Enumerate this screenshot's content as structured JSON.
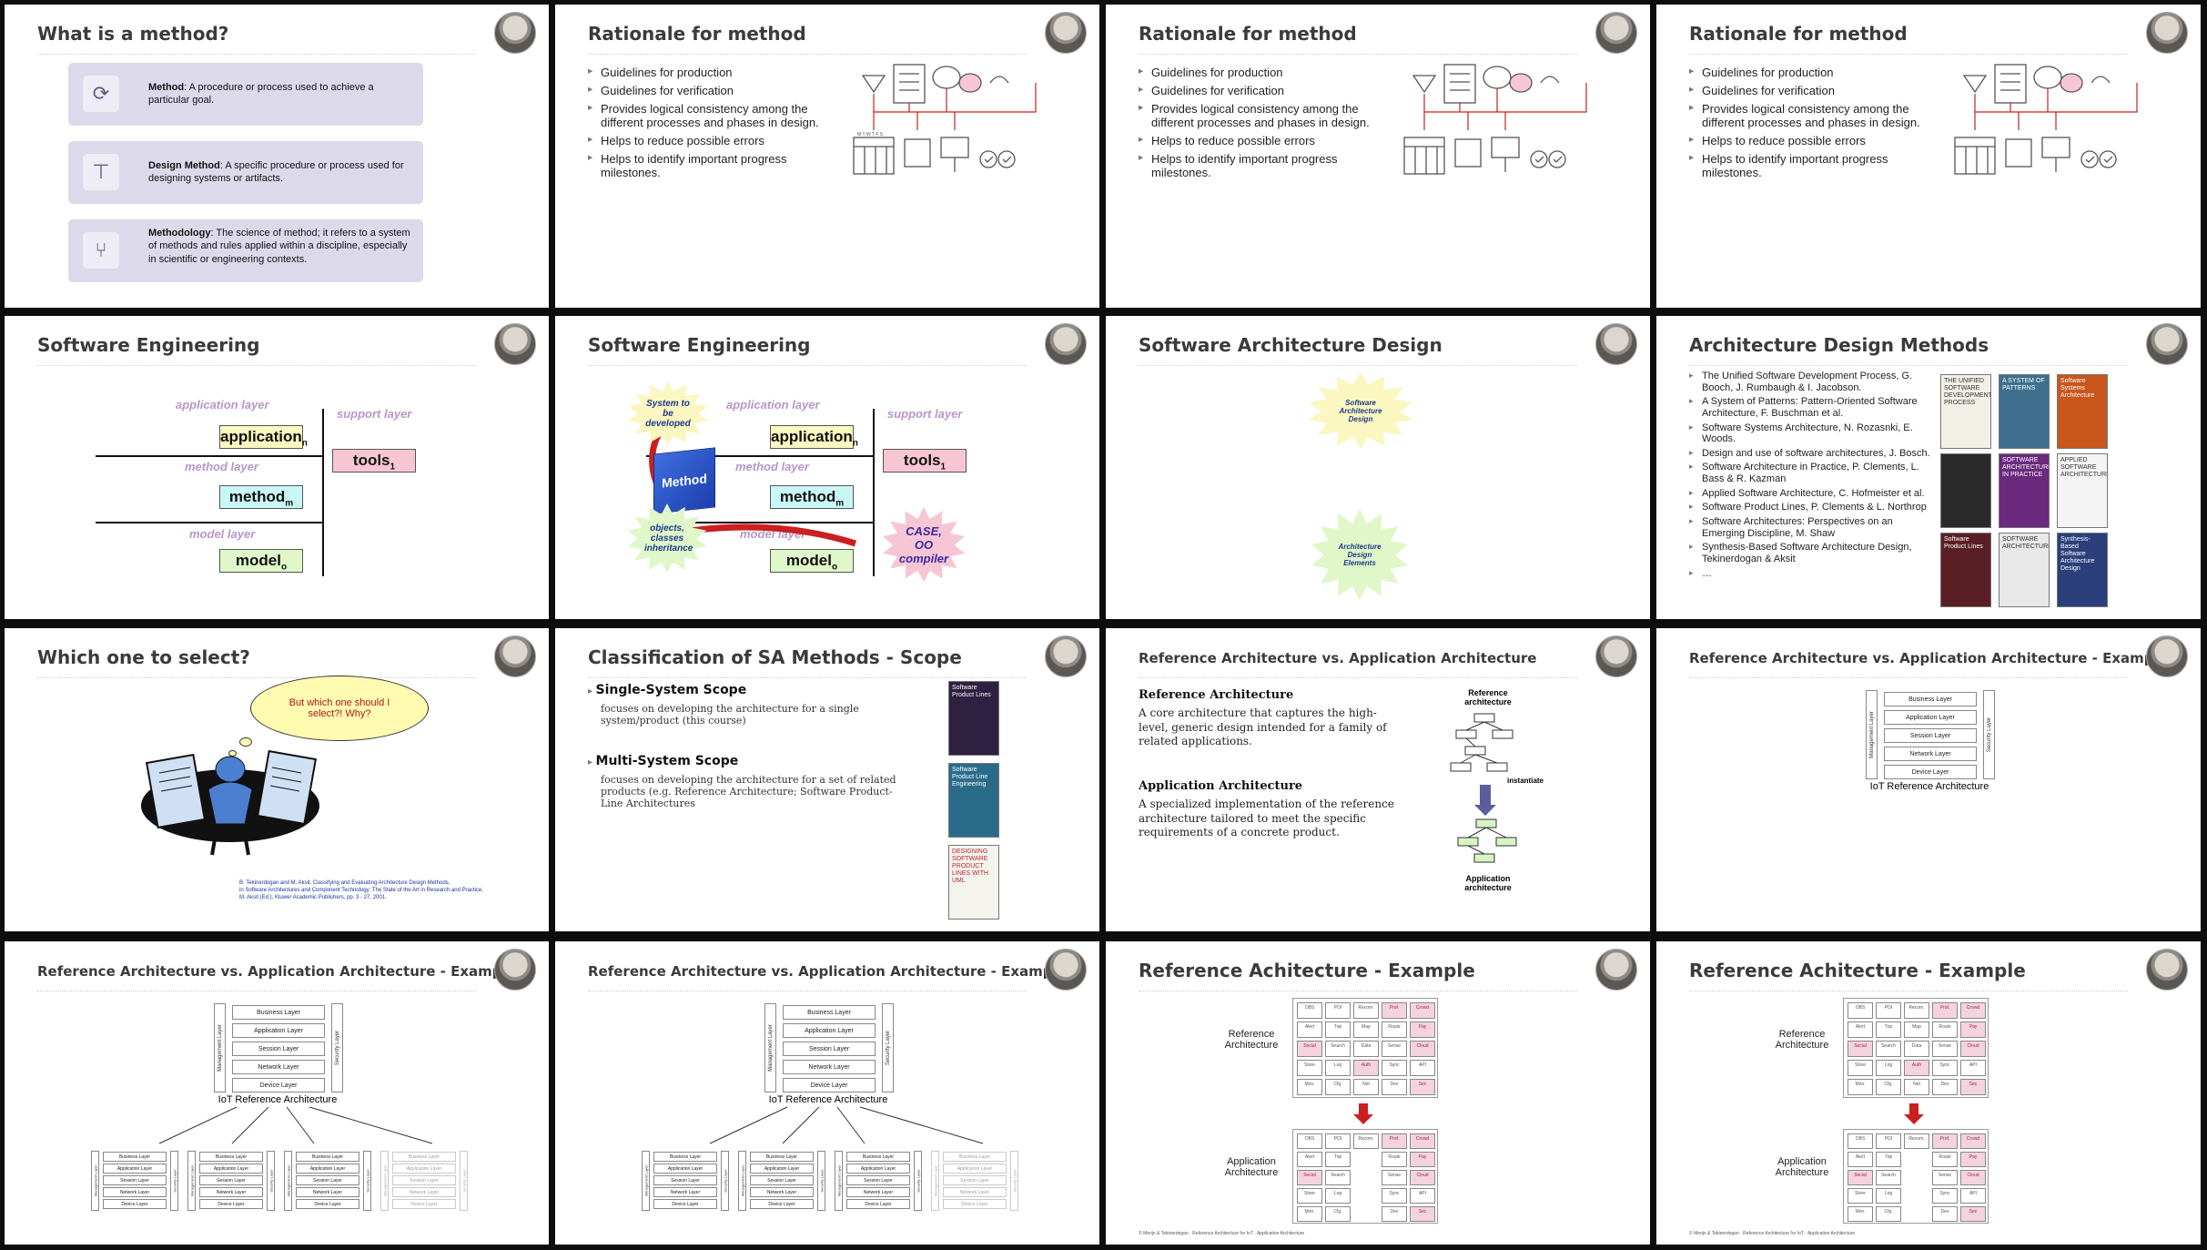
{
  "slides": {
    "s1": {
      "title": "What is a method?",
      "boxes": [
        {
          "icon": "cycle-icon",
          "term": "Method",
          "text": ": A procedure or process used to achieve a particular goal."
        },
        {
          "icon": "hierarchy-icon",
          "term": "Design Method",
          "text": ": A specific procedure or process used for designing systems or artifacts."
        },
        {
          "icon": "flow-icon",
          "term": "Methodology",
          "text": ": The science of method; it refers to a system of methods and rules applied within a discipline, especially in scientific or engineering contexts."
        }
      ]
    },
    "rationale": {
      "title": "Rationale for method",
      "bullets": [
        "Guidelines for production",
        "Guidelines for verification",
        "Provides logical consistency among the different processes and phases in design.",
        "Helps to reduce possible errors",
        "Helps to identify important progress milestones."
      ]
    },
    "se": {
      "title": "Software Engineering",
      "application_layer": "application layer",
      "support_layer": "support layer",
      "method_layer": "method layer",
      "model_layer": "model layer",
      "application": "application",
      "application_sub": "n",
      "tools": "tools",
      "tools_sub": "1",
      "method": "method",
      "method_sub": "m",
      "model": "model",
      "model_sub": "o"
    },
    "se2": {
      "star_system": "System to be developed",
      "book": "Method",
      "star_objects": "objects, classes inheritance",
      "star_case": "CASE, OO compiler"
    },
    "sad": {
      "title": "Software Architecture Design",
      "star_top": "Software Architecture Design",
      "star_bottom": "Architecture Design Elements"
    },
    "adm": {
      "title": "Architecture Design Methods",
      "items": [
        "The Unified Software Development Process, G. Booch, J. Rumbaugh & I. Jacobson.",
        "A System of Patterns: Pattern-Oriented Software Architecture, F. Buschman et al.",
        "Software Systems Architecture, N. Rozasnki, E. Woods.",
        "Design and use of software architectures, J. Bosch.",
        "Software Architecture in Practice, P. Clements, L. Bass & R. Kazman",
        "Applied Software Architecture, C. Hofmeister et al.",
        "Software Product Lines, P. Clements & L. Northrop",
        "Software Architectures: Perspectives on an Emerging Discipline, M. Shaw",
        "Synthesis-Based Software Architecture Design, Tekinerdogan & Aksit",
        "…"
      ],
      "books": [
        {
          "text": "THE UNIFIED SOFTWARE DEVELOPMENT PROCESS",
          "color": "#f2efe6"
        },
        {
          "text": "A SYSTEM OF PATTERNS",
          "color": "#3e6f8e"
        },
        {
          "text": "Software Systems Architecture",
          "color": "#c8561d"
        },
        {
          "text": "",
          "color": "#2a2a2a"
        },
        {
          "text": "SOFTWARE ARCHITECTURE IN PRACTICE",
          "color": "#6b2a7e"
        },
        {
          "text": "APPLIED SOFTWARE ARCHITECTURE",
          "color": "#f4f4f4"
        },
        {
          "text": "Software Product Lines",
          "color": "#5a1f24"
        },
        {
          "text": "SOFTWARE ARCHITECTURE",
          "color": "#e8e8e8"
        },
        {
          "text": "Synthesis-Based Software Architecture Design",
          "color": "#2b3f7a"
        }
      ]
    },
    "which": {
      "title": "Which one to select?",
      "bubble": "But which one should I select?! Why?",
      "ref": [
        "B. Tekinerdogan and M. Aksit. Classifying and Evaluating Architecture Design Methods,",
        "in Software Architectures and Component Technology: The State of the Art in Research and Practice,",
        "M. Aksit (Ed.), Kluwer Academic Publishers, pp. 3 - 27, 2001."
      ]
    },
    "scope": {
      "title": "Classification of SA Methods - Scope",
      "single_title": "Single-System Scope",
      "single_text": "focuses on developing the architecture for a single system/product (this course)",
      "multi_title": "Multi-System Scope",
      "multi_text": "focuses on developing the architecture for a set of related products (e.g. Reference Architecture; Software Product-Line Architectures",
      "books": [
        {
          "text": "Software Product Lines",
          "color": "#2d2040"
        },
        {
          "text": "Software Product Line Engineering",
          "color": "#2a6b8a"
        },
        {
          "text": "DESIGNING SOFTWARE PRODUCT LINES WITH UML",
          "color": "#f5f3ee"
        }
      ]
    },
    "refapp": {
      "title": "Reference Architecture vs. Application Architecture",
      "ref_title": "Reference Architecture",
      "ref_text": "A core architecture that captures the high-level, generic design intended for a family of related applications.",
      "app_title": "Application Architecture",
      "app_text": "A specialized implementation of the reference architecture tailored to meet the specific requirements of a concrete product.",
      "d_ref": "Reference architecture",
      "d_inst": "instantiate",
      "d_app": "Application architecture"
    },
    "iot": {
      "title": "Reference Architecture vs. Application Architecture - Example",
      "layers": [
        "Business Layer",
        "Application Layer",
        "Session Layer",
        "Network Layer",
        "Device Layer"
      ],
      "left": "Management Layer",
      "right": "Security Layer",
      "caption": "IoT Reference Architecture"
    },
    "rex": {
      "title": "Reference Achitecture - Example",
      "ref_label": "Reference Architecture",
      "app_label": "Application Architecture",
      "footer": "© Merijn & Tekinerdogan · Reference Architecture for IoT · Application Architecture",
      "cells": [
        "OBS",
        "POI",
        "Recom.",
        "Prof.",
        "Crowd",
        "Alert",
        "Trip",
        "Map",
        "Route",
        "Pay",
        "Social",
        "Search",
        "Data",
        "Sense",
        "Cloud",
        "Store",
        "Log",
        "Auth",
        "Sync",
        "API",
        "Mon.",
        "Cfg.",
        "Net",
        "Dev",
        "Sec"
      ]
    }
  },
  "colors": {
    "accent_red": "#cc1f1f",
    "pink": "#f7c6d4",
    "yellow": "#fbf7c0",
    "cyan": "#c9f7f7",
    "green": "#dff7c9",
    "lavender": "#dcdaea"
  }
}
